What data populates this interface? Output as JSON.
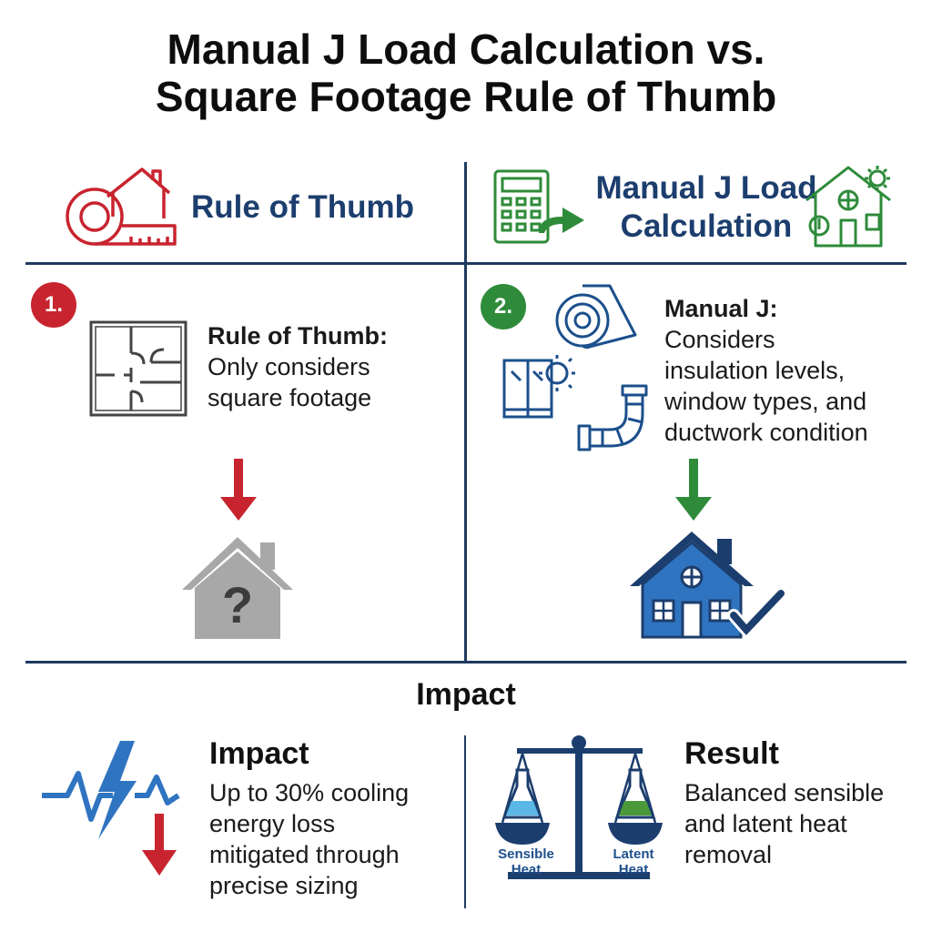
{
  "title": {
    "line1": "Manual J Load Calculation vs.",
    "line2": "Square Footage Rule of Thumb"
  },
  "left_column": {
    "header": "Rule of Thumb",
    "badge": "1.",
    "heading": "Rule of Thumb:",
    "lines": [
      "Only considers",
      "square footage"
    ],
    "icons": [
      "tape-measure-house-icon",
      "floor-plan-icon",
      "arrow-down-icon",
      "question-house-icon"
    ]
  },
  "right_column": {
    "header_line1": "Manual J Load",
    "header_line2": "Calculation",
    "badge": "2.",
    "heading": "Manual J:",
    "lines": [
      "Considers",
      "insulation levels,",
      "window types, and",
      "ductwork condition"
    ],
    "icons": [
      "calculator-icon",
      "arrow-right-icon",
      "eco-house-icon",
      "insulation-roll-icon",
      "window-sun-icon",
      "duct-pipe-icon",
      "arrow-down-icon",
      "house-check-icon"
    ]
  },
  "impact_section": {
    "header": "Impact",
    "left": {
      "title": "Impact",
      "lines": [
        "Up to 30% cooling",
        "energy loss",
        "mitigated through",
        "precise sizing"
      ]
    },
    "right": {
      "title": "Result",
      "lines": [
        "Balanced sensible",
        "and latent heat",
        "removal"
      ],
      "scale_left": [
        "Sensible",
        "Heat"
      ],
      "scale_right": [
        "Latent",
        "Heat"
      ]
    }
  },
  "colors": {
    "navy": "#1c3e6e",
    "red": "#c8242f",
    "green": "#2e8b3a",
    "blue": "#2f74c0",
    "gray": "#a8a8a8"
  }
}
